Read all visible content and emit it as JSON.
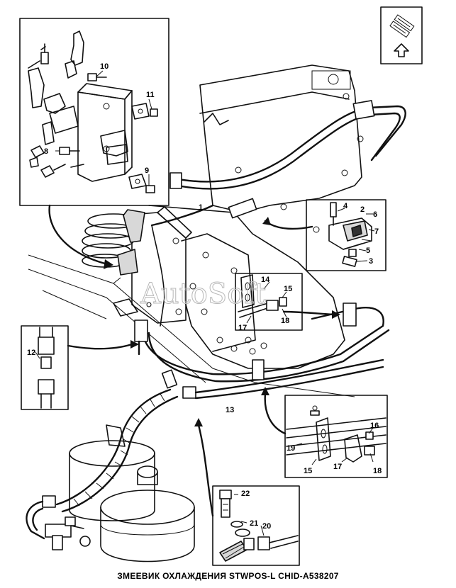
{
  "caption": "ЗМЕЕВИК ОХЛАЖДЕНИЯ STWPOS-L CHID-A538207",
  "watermark": "AutoSoft",
  "callouts": {
    "c1": "1",
    "c2": "2",
    "c3": "3",
    "c4": "4",
    "c5": "5",
    "c6": "6",
    "c7": "7",
    "c8": "8",
    "c9": "9",
    "c10": "10",
    "c11": "11",
    "c12": "12",
    "c13": "13",
    "c14": "14",
    "c15a": "15",
    "c15b": "15",
    "c16": "16",
    "c17a": "17",
    "c17b": "17",
    "c18a": "18",
    "c18b": "18",
    "c19": "19",
    "c20": "20",
    "c21": "21",
    "c22": "22"
  }
}
